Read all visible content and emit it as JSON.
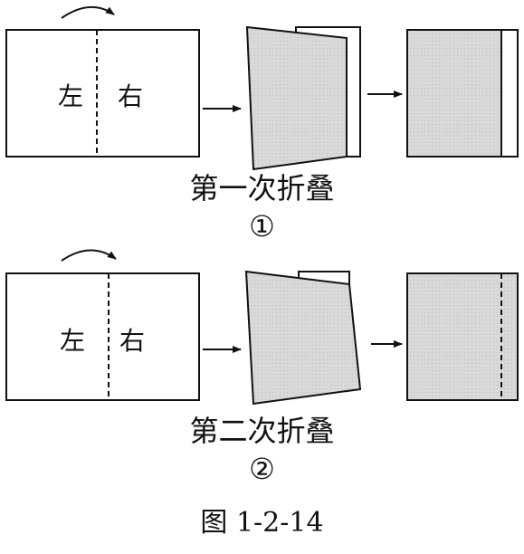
{
  "rows": [
    {
      "left_label": "左",
      "right_label": "右",
      "caption": "第一次折叠",
      "step_marker": "①"
    },
    {
      "left_label": "左",
      "right_label": "右",
      "caption": "第二次折叠",
      "step_marker": "②"
    }
  ],
  "figure_label": "图 1-2-14",
  "colors": {
    "paper": "#ffffff",
    "folded_fill": "#d9d9d9",
    "stroke": "#111111"
  }
}
